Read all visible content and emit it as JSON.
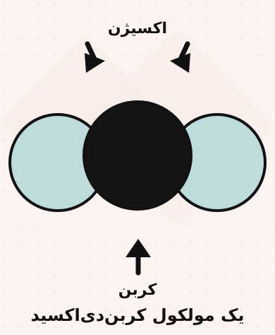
{
  "labels": {
    "oxygen": "اکسیژن",
    "carbon": "کربن",
    "caption": "یک مولکول کربن‌دی‌اکسید"
  },
  "colors": {
    "background": "#fbf3ef",
    "oxygen_fill": "#bfdcdd",
    "carbon_fill": "#151515",
    "outline": "#111111",
    "arrow": "#111111"
  },
  "icons": {
    "left_arrow": "arrow-down-right-icon",
    "right_arrow": "arrow-down-left-icon",
    "bottom_arrow": "arrow-up-icon"
  }
}
